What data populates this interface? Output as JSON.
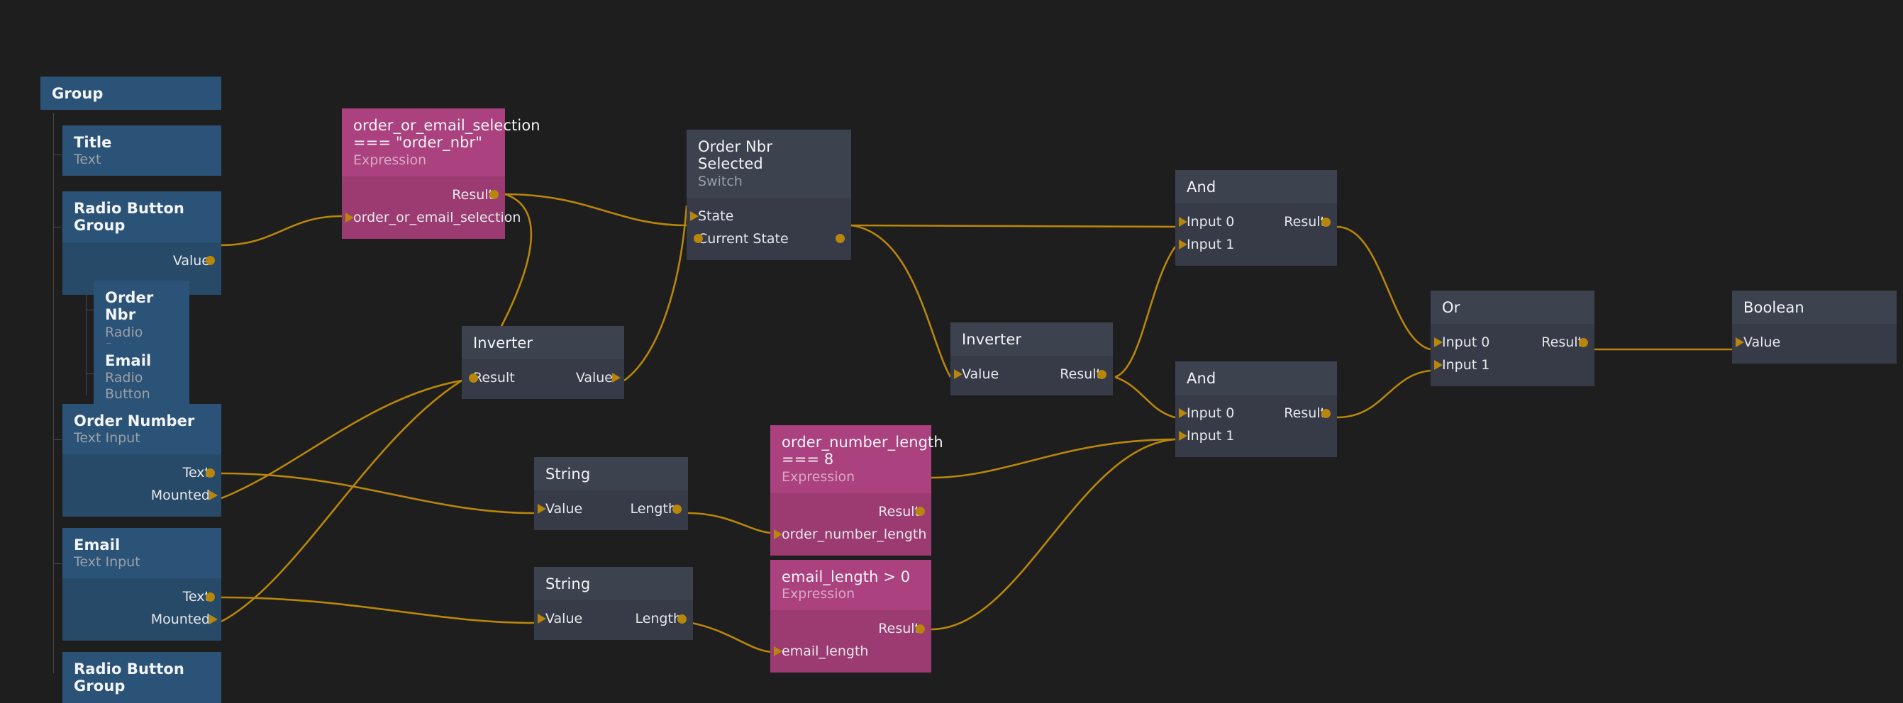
{
  "app": {
    "kind": "node-graph-editor",
    "background": "#1e1e1e",
    "edge_color": "#b8860b",
    "accent_tree": "#2b5377",
    "accent_logic": "#3d424f",
    "accent_expression": "#ab417e"
  },
  "tree": {
    "root": {
      "label": "Group"
    },
    "items": [
      {
        "label": "Title",
        "type": "Text"
      },
      {
        "label": "Radio Button Group",
        "type": "",
        "ports": {
          "out": "Value"
        }
      },
      {
        "label": "Order Nbr",
        "type": "Radio Button"
      },
      {
        "label": "Email",
        "type": "Radio Button"
      },
      {
        "label": "Order Number",
        "type": "Text Input",
        "ports": {
          "out1": "Text",
          "out2": "Mounted"
        }
      },
      {
        "label": "Email",
        "type": "Text Input",
        "ports": {
          "out1": "Text",
          "out2": "Mounted"
        }
      },
      {
        "label": "Radio Button Group",
        "type": ""
      }
    ]
  },
  "nodes": {
    "expr_selection": {
      "title": "order_or_email_selection\n=== \"order_nbr\"",
      "subtitle": "Expression",
      "out_result": "Result",
      "in_var": "order_or_email_selection"
    },
    "switch_order_nbr": {
      "title": "Order Nbr Selected",
      "subtitle": "Switch",
      "in_state": "State",
      "io_current_state": "Current State"
    },
    "inverter_left": {
      "title": "Inverter",
      "out_result": "Result",
      "in_value": "Value"
    },
    "inverter_right": {
      "title": "Inverter",
      "in_value": "Value",
      "out_result": "Result"
    },
    "string_order": {
      "title": "String",
      "in_value": "Value",
      "out_length": "Length"
    },
    "string_email": {
      "title": "String",
      "in_value": "Value",
      "out_length": "Length"
    },
    "expr_order_len": {
      "title": "order_number_length\n=== 8",
      "subtitle": "Expression",
      "out_result": "Result",
      "in_var": "order_number_length"
    },
    "expr_email_len": {
      "title": "email_length > 0",
      "subtitle": "Expression",
      "out_result": "Result",
      "in_var": "email_length"
    },
    "and_top": {
      "title": "And",
      "in_0": "Input 0",
      "in_1": "Input 1",
      "out_result": "Result"
    },
    "and_bottom": {
      "title": "And",
      "in_0": "Input 0",
      "in_1": "Input 1",
      "out_result": "Result"
    },
    "or_node": {
      "title": "Or",
      "in_0": "Input 0",
      "in_1": "Input 1",
      "out_result": "Result"
    },
    "boolean_node": {
      "title": "Boolean",
      "in_value": "Value"
    }
  }
}
